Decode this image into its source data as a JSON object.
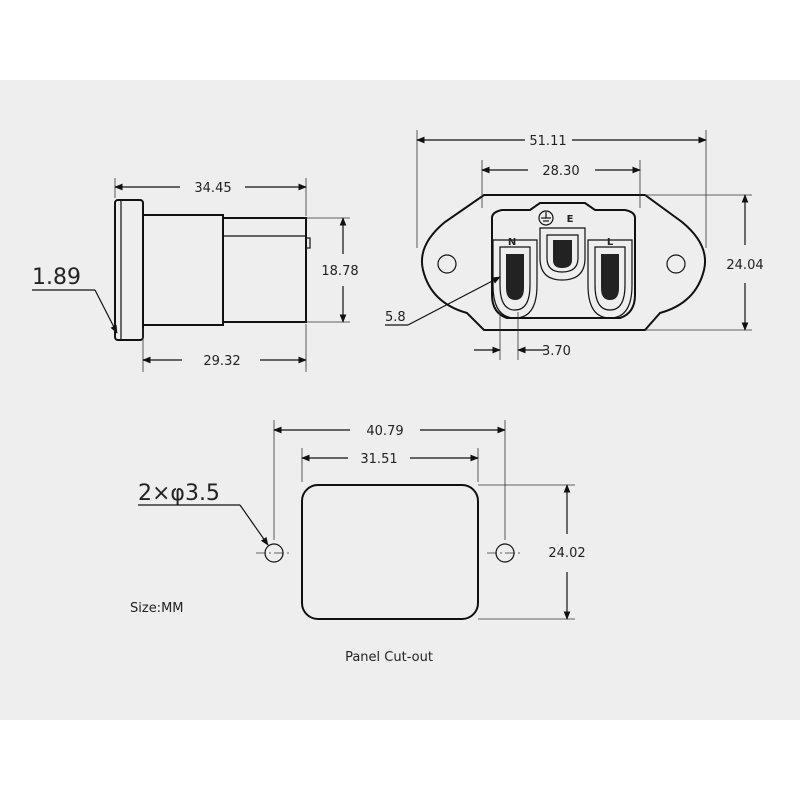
{
  "colors": {
    "background": "#eeeeee",
    "line": "#111111"
  },
  "side_view": {
    "overall_length": "34.45",
    "flange_thickness": "1.89",
    "height": "18.78",
    "body_length": "29.32"
  },
  "front_view": {
    "overall_width": "51.11",
    "inner_width": "28.30",
    "height": "24.04",
    "pin_dim": "5.8",
    "pin_gap": "3.70",
    "pin_n": "N",
    "pin_e": "E",
    "pin_l": "L"
  },
  "cutout_view": {
    "hole_spacing": "40.79",
    "cutout_width": "31.51",
    "cutout_height": "24.02",
    "holes": "2×φ3.5",
    "title": "Panel Cut-out"
  },
  "units_note": "Size:MM"
}
